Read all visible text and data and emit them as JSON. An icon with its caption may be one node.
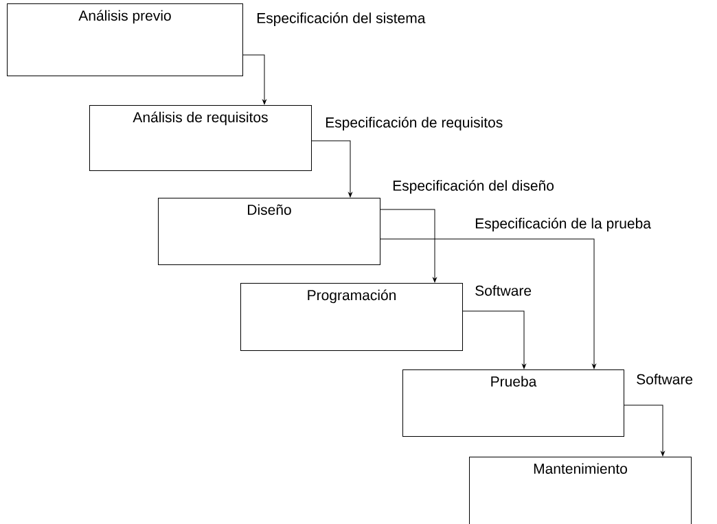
{
  "diagram": {
    "nodes": [
      {
        "text": [
          "Análisis previo"
        ]
      },
      {
        "text": [
          "Análisis de requisitos"
        ]
      },
      {
        "text": [
          "Diseño"
        ]
      },
      {
        "text": [
          "Programación"
        ]
      },
      {
        "text": [
          "Prueba"
        ]
      },
      {
        "text": [
          "Mantenimiento"
        ]
      }
    ],
    "edges": [
      {
        "from": 0,
        "to": 1,
        "arrow": "to",
        "label": "Especificación del sistema"
      },
      {
        "from": 1,
        "to": 2,
        "arrow": "to",
        "label": "Especificación de requisitos"
      },
      {
        "from": 2,
        "to": 3,
        "arrow": "to",
        "label": "Especificación del diseño"
      },
      {
        "from": 2,
        "to": 4,
        "arrow": "to",
        "label": "Especificación de la prueba"
      },
      {
        "from": 3,
        "to": 4,
        "arrow": "to",
        "label": "Software"
      },
      {
        "from": 4,
        "to": 5,
        "arrow": "to",
        "label": "Software"
      }
    ]
  }
}
